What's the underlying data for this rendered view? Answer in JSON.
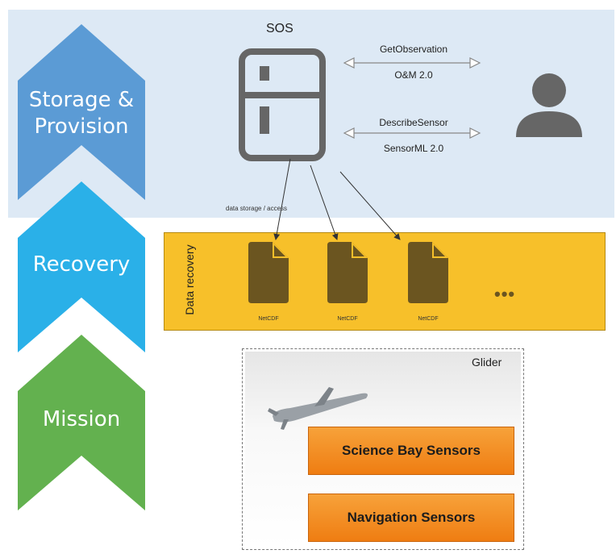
{
  "stages": {
    "storage": {
      "label_line1": "Storage &",
      "label_line2": "Provision",
      "color": "#5b9bd5"
    },
    "recovery": {
      "label": "Recovery",
      "color": "#2ab0e8"
    },
    "mission": {
      "label": "Mission",
      "color": "#63b14f"
    }
  },
  "sos": {
    "title": "SOS",
    "get_observation": "GetObservation",
    "om": "O&M 2.0",
    "describe_sensor": "DescribeSensor",
    "sensorml": "SensorML 2.0",
    "storage_access": "data storage / access"
  },
  "recovery": {
    "vertical_label": "Data recovery",
    "files": [
      "NetCDF",
      "NetCDF",
      "NetCDF"
    ],
    "more": "•••",
    "color": "#f7c02a"
  },
  "glider": {
    "title": "Glider",
    "science_sensors": "Science Bay Sensors",
    "navigation_sensors": "Navigation Sensors"
  },
  "icons": [
    "server-icon",
    "user-icon",
    "file-icon",
    "glider-icon"
  ]
}
